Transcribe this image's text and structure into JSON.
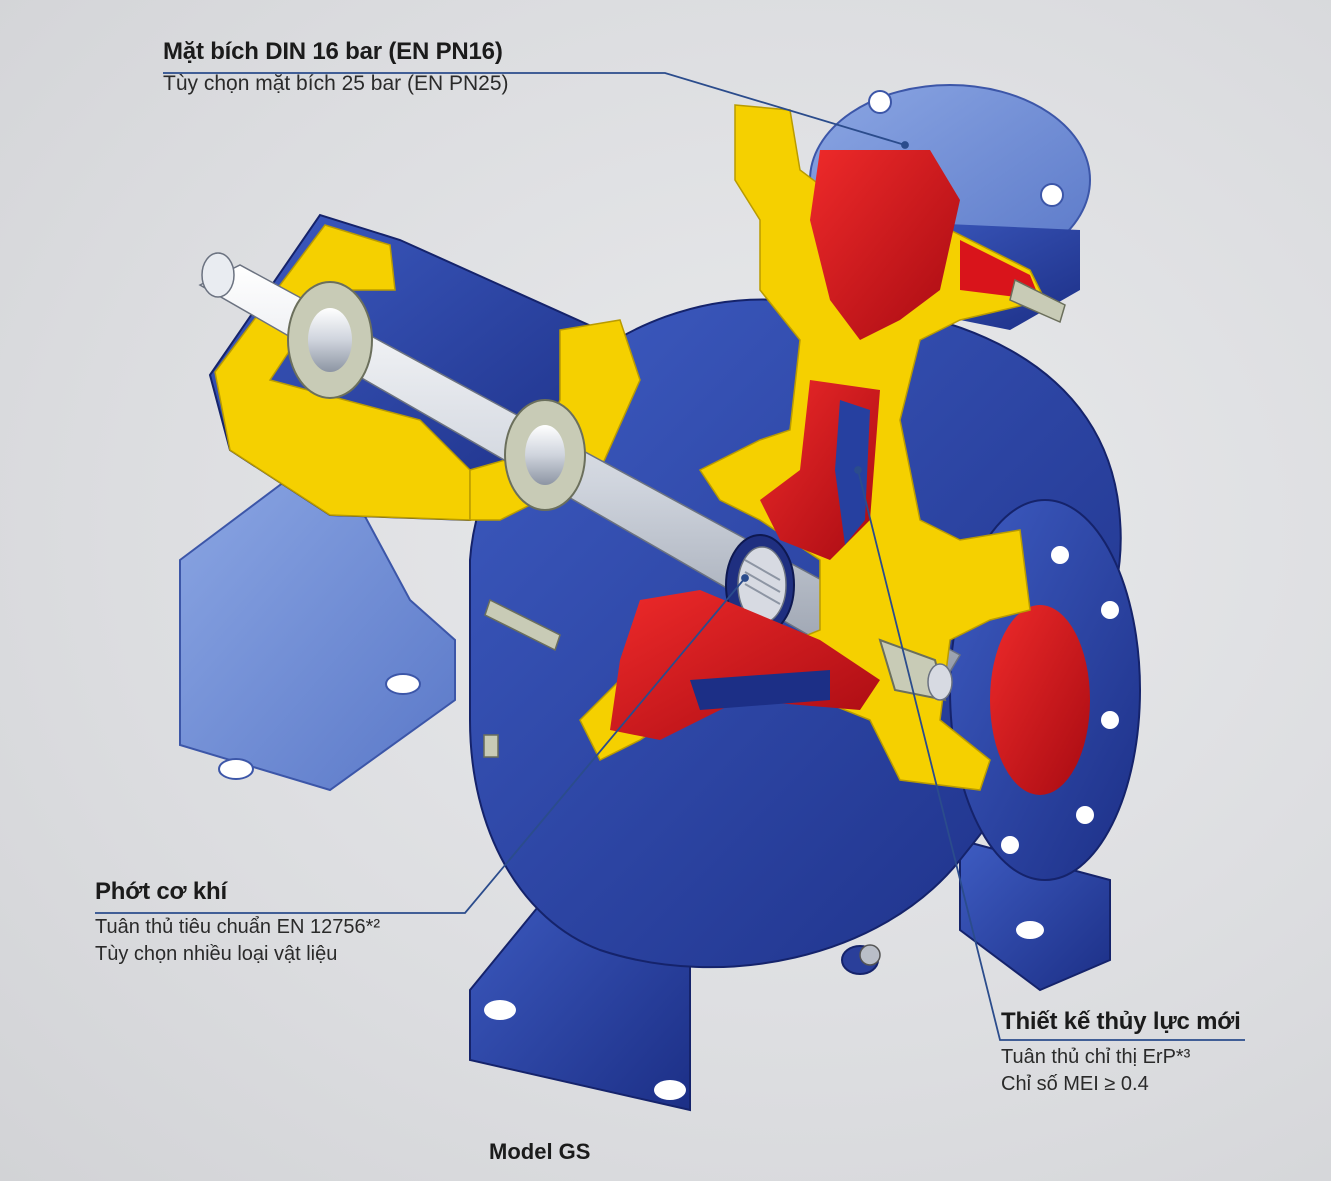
{
  "callouts": {
    "flange": {
      "title": "Mặt bích DIN 16 bar (EN PN16)",
      "lines": [
        "Tùy chọn mặt bích 25 bar (EN PN25)"
      ]
    },
    "seal": {
      "title": "Phớt cơ khí",
      "lines": [
        "Tuân thủ tiêu chuẩn EN 12756*²",
        "Tùy chọn nhiều loại vật liệu"
      ]
    },
    "hydraulic": {
      "title": "Thiết kế thủy lực mới",
      "lines": [
        "Tuân thủ chỉ thị ErP*³",
        "Chỉ số MEI ≥ 0.4"
      ]
    }
  },
  "model_label": "Model GS",
  "colors": {
    "casing_blue": "#2b46a8",
    "casing_light_blue": "#6f8ed6",
    "section_yellow": "#f5d000",
    "fluid_red": "#d9141b",
    "leader_line": "#2b4c8c",
    "background": "#dedfe2"
  }
}
